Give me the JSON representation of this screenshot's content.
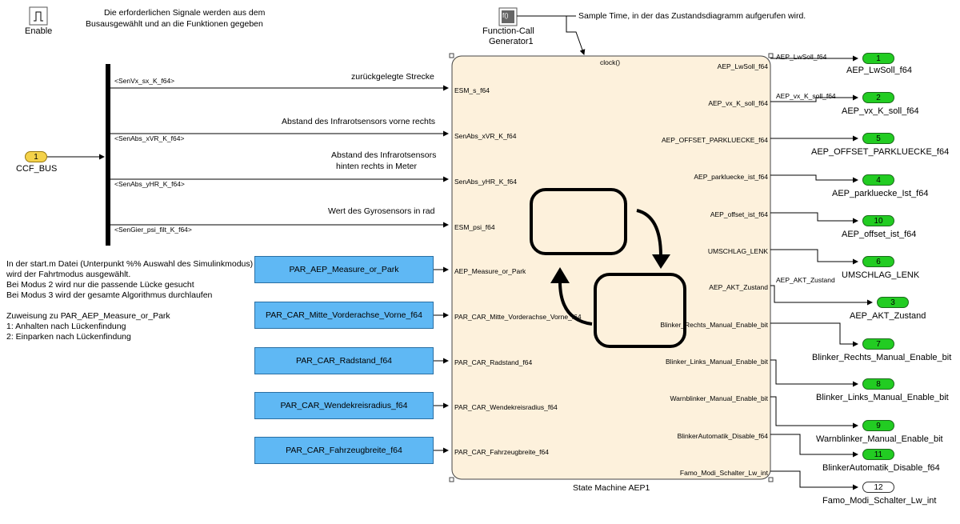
{
  "enable": {
    "label": "Enable"
  },
  "bus_note": {
    "line1": "Die erforderlichen Signale werden aus dem",
    "line2": "Busausgewählt und an die Funktionen gegeben"
  },
  "fcg": {
    "line1": "Function-Call",
    "line2": "Generator1",
    "icon_text": "f()"
  },
  "sample_time_note": "Sample Time, in der das Zustandsdiagramm aufgerufen wird.",
  "input": {
    "number": "1",
    "name": "CCF_BUS"
  },
  "bus_signals": [
    "<SenVx_sx_K_f64>",
    "<SenAbs_xVR_K_f64>",
    "<SenAbs_yHR_K_f64>",
    "<SenGier_psi_filt_K_f64>"
  ],
  "signal_comments": [
    "zurückgelegte Strecke",
    "Abstand des Infrarotsensors vorne rechts",
    "Abstand des Infrarotsensors",
    "hinten rechts in Meter",
    "Wert des Gyrosensors in rad"
  ],
  "mode_note": "In der start.m Datei (Unterpunkt %% Auswahl des Simulinkmodus)\nwird der Fahrtmodus ausgewählt.\nBei Modus 2 wird nur die passende Lücke gesucht\nBei Modus 3 wird der gesamte Algorithmus durchlaufen\n\nZuweisung zu PAR_AEP_Measure_or_Park\n1: Anhalten nach Lückenfindung\n2: Einparken nach Lückenfindung",
  "params": [
    "PAR_AEP_Measure_or_Park",
    "PAR_CAR_Mitte_Vorderachse_Vorne_f64",
    "PAR_CAR_Radstand_f64",
    "PAR_CAR_Wendekreisradius_f64",
    "PAR_CAR_Fahrzeugbreite_f64"
  ],
  "state_machine": {
    "title": "State Machine AEP1",
    "trigger": "clock()",
    "inputs": [
      "ESM_s_f64",
      "SenAbs_xVR_K_f64",
      "SenAbs_yHR_K_f64",
      "ESM_psi_f64",
      "AEP_Measure_or_Park",
      "PAR_CAR_Mitte_Vorderachse_Vorne_f64",
      "PAR_CAR_Radstand_f64",
      "PAR_CAR_Wendekreisradius_f64",
      "PAR_CAR_Fahrzeugbreite_f64"
    ],
    "outputs": [
      "AEP_LwSoll_f64",
      "AEP_vx_K_soll_f64",
      "AEP_OFFSET_PARKLUECKE_f64",
      "AEP_parkluecke_ist_f64",
      "AEP_offset_ist_f64",
      "UMSCHLAG_LENK",
      "AEP_AKT_Zustand",
      "Blinker_Rechts_Manual_Enable_bit",
      "Blinker_Links_Manual_Enable_bit",
      "Warnblinker_Manual_Enable_bit",
      "BlinkerAutomatik_Disable_f64",
      "Famo_Modi_Schalter_Lw_int"
    ]
  },
  "line_labels": [
    "AEP_LwSoll_f64",
    "AEP_vx_K_soll_f64",
    "AEP_AKT_Zustand"
  ],
  "outports": [
    {
      "number": "1",
      "name": "AEP_LwSoll_f64"
    },
    {
      "number": "2",
      "name": "AEP_vx_K_soll_f64"
    },
    {
      "number": "5",
      "name": "AEP_OFFSET_PARKLUECKE_f64"
    },
    {
      "number": "4",
      "name": "AEP_parkluecke_Ist_f64"
    },
    {
      "number": "10",
      "name": "AEP_offset_ist_f64"
    },
    {
      "number": "6",
      "name": "UMSCHLAG_LENK"
    },
    {
      "number": "3",
      "name": "AEP_AKT_Zustand"
    },
    {
      "number": "7",
      "name": "Blinker_Rechts_Manual_Enable_bit"
    },
    {
      "number": "8",
      "name": "Blinker_Links_Manual_Enable_bit"
    },
    {
      "number": "9",
      "name": "Warnblinker_Manual_Enable_bit"
    },
    {
      "number": "11",
      "name": "BlinkerAutomatik_Disable_f64"
    },
    {
      "number": "12",
      "name": "Famo_Modi_Schalter_Lw_int"
    }
  ],
  "colors": {
    "param_fill": "#5fb8f4",
    "chart_fill": "#fdf1dc",
    "outport_fill": "#22cc22",
    "inport_fill": "#f4d24a"
  }
}
